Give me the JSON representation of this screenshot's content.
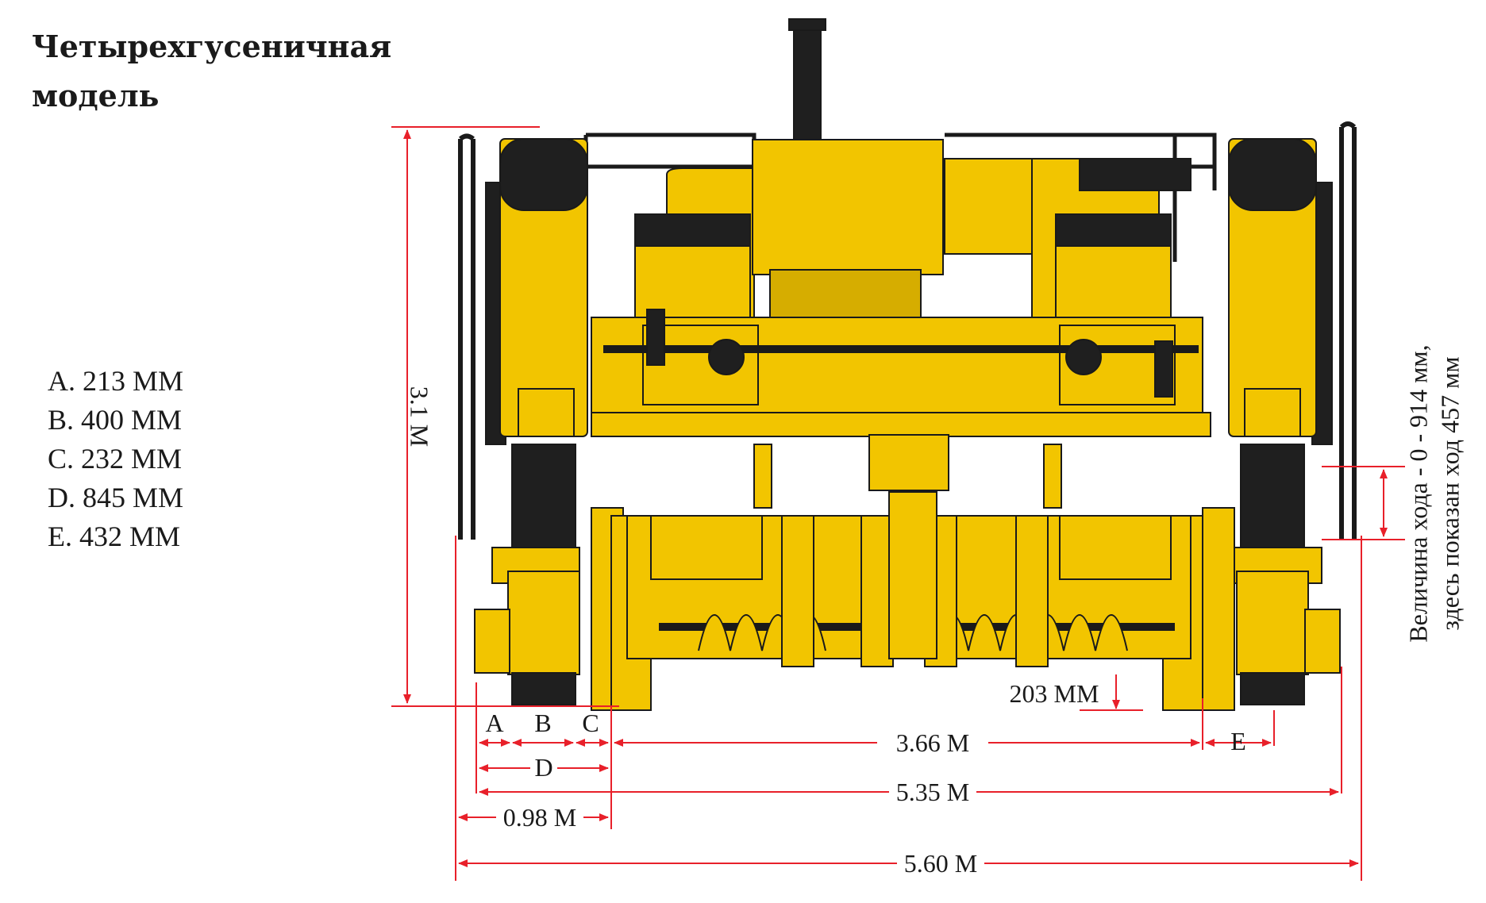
{
  "title": {
    "line1": "Четырехгусеничная",
    "line2": "модель"
  },
  "legend": [
    "A. 213 MM",
    "B. 400 MM",
    "C. 232 MM",
    "D. 845 MM",
    "E. 432 MM"
  ],
  "dimensions": {
    "height": "3.1 M",
    "a": "A",
    "b": "B",
    "c": "C",
    "d": "D",
    "e": "E",
    "width_inner": "3.66 M",
    "width_track": "5.35 M",
    "offset": "0.98 M",
    "width_total": "5.60 M",
    "clearance": "203 MM"
  },
  "stroke_note": {
    "line1": "Величина хода - 0 - 914 мм,",
    "line2": "здесь показан ход 457 мм"
  },
  "colors": {
    "machine": "#f2c500",
    "machine_dark": "#c99e00",
    "black": "#1a1a1a",
    "dimension": "#e8202a"
  }
}
